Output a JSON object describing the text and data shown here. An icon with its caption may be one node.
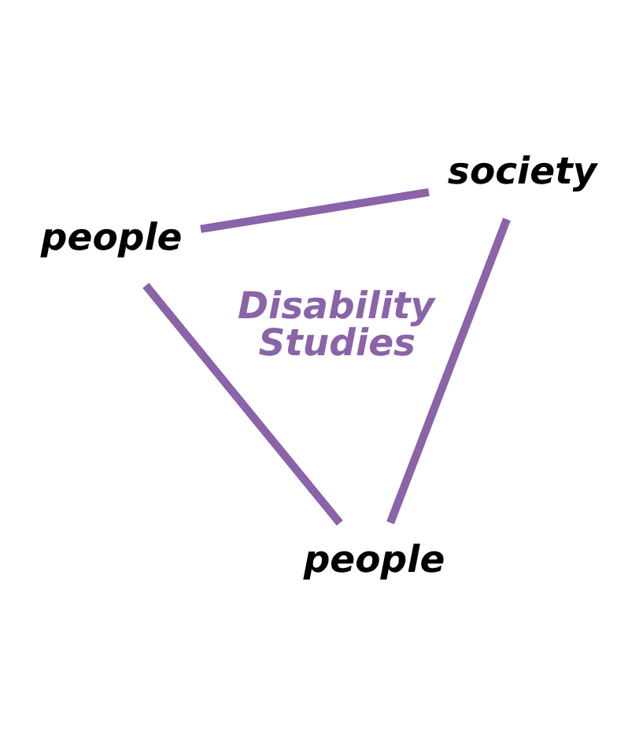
{
  "diagram": {
    "nodes": [
      {
        "text": [
          "people"
        ]
      },
      {
        "text": [
          "society"
        ]
      },
      {
        "text": [
          "people"
        ]
      }
    ],
    "edges": [
      {
        "from": 0,
        "to": 1,
        "arrow": "none"
      },
      {
        "from": 1,
        "to": 2,
        "arrow": "none"
      },
      {
        "from": 2,
        "to": 0,
        "arrow": "none"
      }
    ],
    "labels": [
      "Disability Studies"
    ]
  }
}
